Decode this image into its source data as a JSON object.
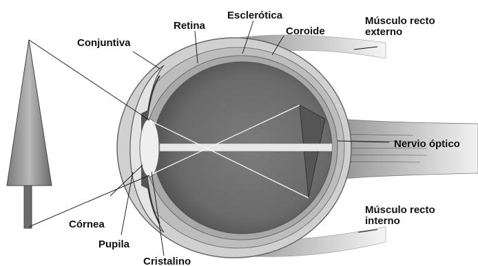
{
  "labels": {
    "esclerotica": "Esclerótica",
    "retina": "Retina",
    "coroide": "Coroide",
    "musculo_externo_1": "Músculo recto",
    "musculo_externo_2": "externo",
    "conjuntiva": "Conjuntiva",
    "nervio_optico": "Nervio óptico",
    "musculo_interno_1": "Músculo recto",
    "musculo_interno_2": "interno",
    "cornea": "Córnea",
    "pupila": "Pupila",
    "cristalino": "Cristalino"
  }
}
